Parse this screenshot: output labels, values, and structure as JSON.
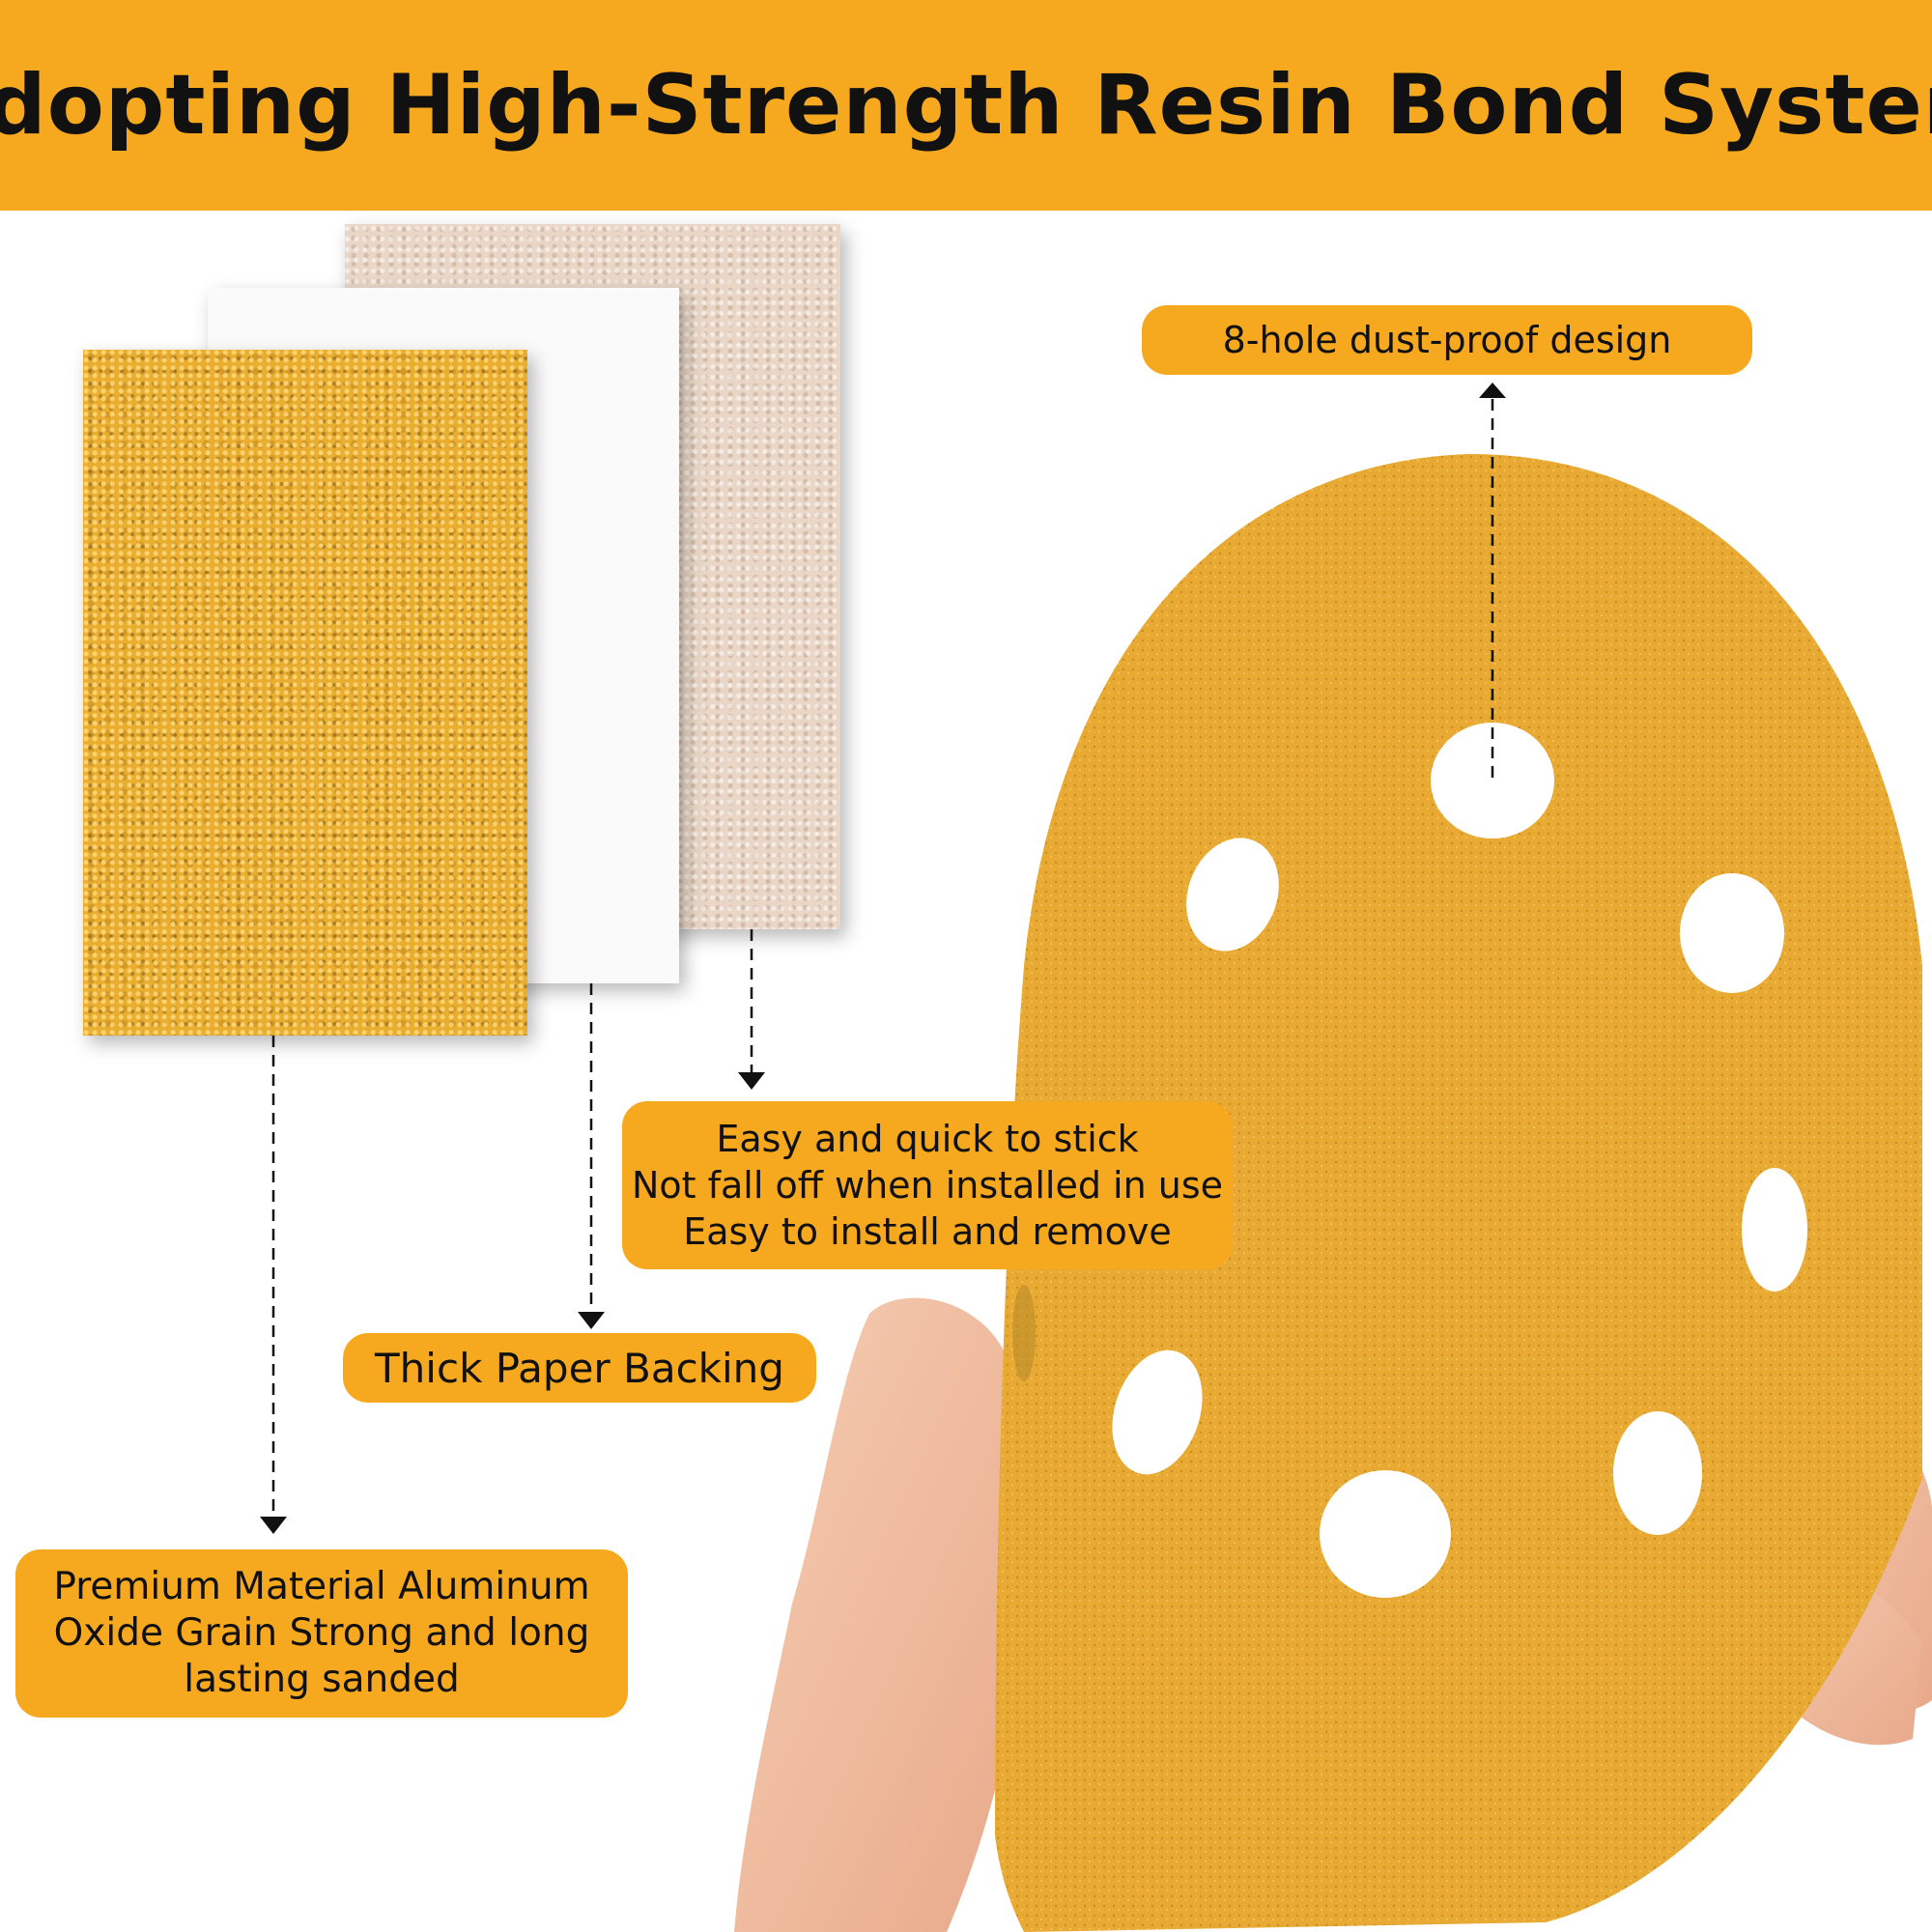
{
  "header": {
    "title": "Adopting High-Strength Resin Bond System"
  },
  "colors": {
    "accent": "#f6a91e",
    "text": "#111111",
    "grain": "#e9ad2f"
  },
  "labels": {
    "dust_proof": "8-hole dust-proof design",
    "stick": [
      "Easy and quick to stick",
      "Not fall off when installed in use",
      "Easy to install and remove"
    ],
    "paper_backing": "Thick Paper Backing",
    "premium": [
      "Premium Material Aluminum",
      "Oxide Grain Strong and long",
      "lasting sanded"
    ]
  },
  "product": {
    "hole_count": 8
  }
}
